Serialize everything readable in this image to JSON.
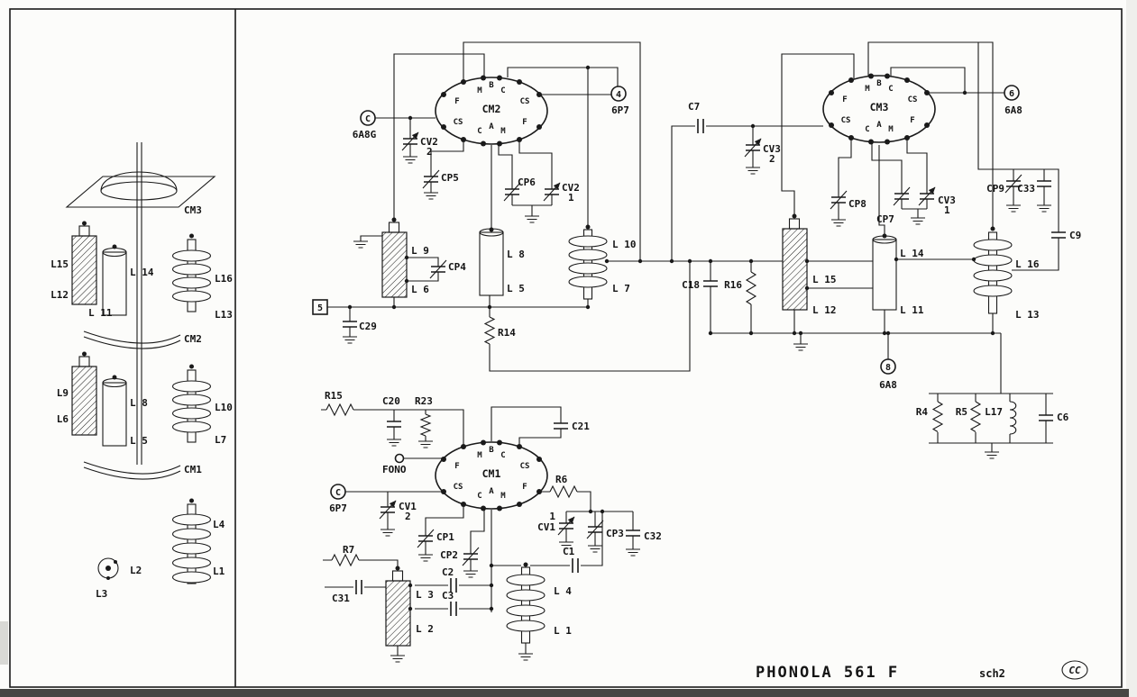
{
  "title_block": {
    "title": "PHONOLA 561 F",
    "sheet": "sch2",
    "logo": "CC"
  },
  "switches": {
    "cm1": {
      "name": "CM1",
      "top": [
        "F",
        "M",
        "B",
        "C",
        "CS"
      ],
      "bottom": [
        "CS",
        "C",
        "A",
        "M",
        "F"
      ]
    },
    "cm2": {
      "name": "CM2",
      "top": [
        "F",
        "M",
        "B",
        "C",
        "CS"
      ],
      "bottom": [
        "CS",
        "C",
        "A",
        "M",
        "F"
      ]
    },
    "cm3": {
      "name": "CM3",
      "top": [
        "F",
        "M",
        "B",
        "C",
        "CS"
      ],
      "bottom": [
        "CS",
        "C",
        "A",
        "M",
        "F"
      ]
    }
  },
  "terminals": {
    "grid_top": {
      "pin": "C",
      "tube": "6A8G"
    },
    "plate_6p7": {
      "pin": "4",
      "tube": "6P7"
    },
    "plate_6a8": {
      "pin": "6",
      "tube": "6A8"
    },
    "grid_6a8": {
      "pin": "8",
      "tube": "6A8"
    },
    "grid_bottom": {
      "pin": "C",
      "tube": "6P7"
    },
    "tap_5": {
      "pin": "5"
    },
    "fono": {
      "label": "FONO"
    }
  },
  "left_panel": {
    "cm3": "CM3",
    "cm2": "CM2",
    "cm1": "CM1",
    "coils": {
      "l15": "L15",
      "l14": "L 14",
      "l12": "L12",
      "l11": "L 11",
      "l16": "L16",
      "l13": "L13",
      "l9": "L9",
      "l8": "L 8",
      "l6": "L6",
      "l5": "L 5",
      "l10": "L10",
      "l7": "L7",
      "l4": "L4",
      "l1": "L1",
      "l2": "L2",
      "l3": "L3"
    }
  },
  "labels": {
    "cv2_2": "CV2",
    "cv2_2n": "2",
    "cp5": "CP5",
    "cp6": "CP6",
    "cv2_1": "CV2",
    "cv2_1n": "1",
    "l9": "L 9",
    "l6": "L 6",
    "cp4": "CP4",
    "l8": "L 8",
    "l5": "L 5",
    "l10": "L 10",
    "l7": "L 7",
    "c29": "C29",
    "r14": "R14",
    "c7": "C7",
    "cv3_2": "CV3",
    "cv3_2n": "2",
    "cp8": "CP8",
    "cp7": "CP7",
    "cv3_1": "CV3",
    "cv3_1n": "1",
    "cp9": "CP9",
    "c33": "C33",
    "c9": "C9",
    "l15": "L 15",
    "l12": "L 12",
    "l14": "L 14",
    "l11": "L 11",
    "l16": "L 16",
    "l13": "L 13",
    "c18": "C18",
    "r16": "R16",
    "r4": "R4",
    "r5": "R5",
    "l17": "L17",
    "c6": "C6",
    "r15": "R15",
    "c20": "C20",
    "r23": "R23",
    "c21": "C21",
    "r6": "R6",
    "cv1_2": "CV1",
    "cv1_2n": "2",
    "cp1": "CP1",
    "cp2": "CP2",
    "cv1_1": "CV1",
    "cv1_1n": "1",
    "cp3": "CP3",
    "c32": "C32",
    "c1": "C1",
    "r7": "R7",
    "c31": "C31",
    "c2": "C2",
    "c3": "C3",
    "l3": "L 3",
    "l2": "L 2",
    "l4": "L 4",
    "l1": "L 1"
  }
}
